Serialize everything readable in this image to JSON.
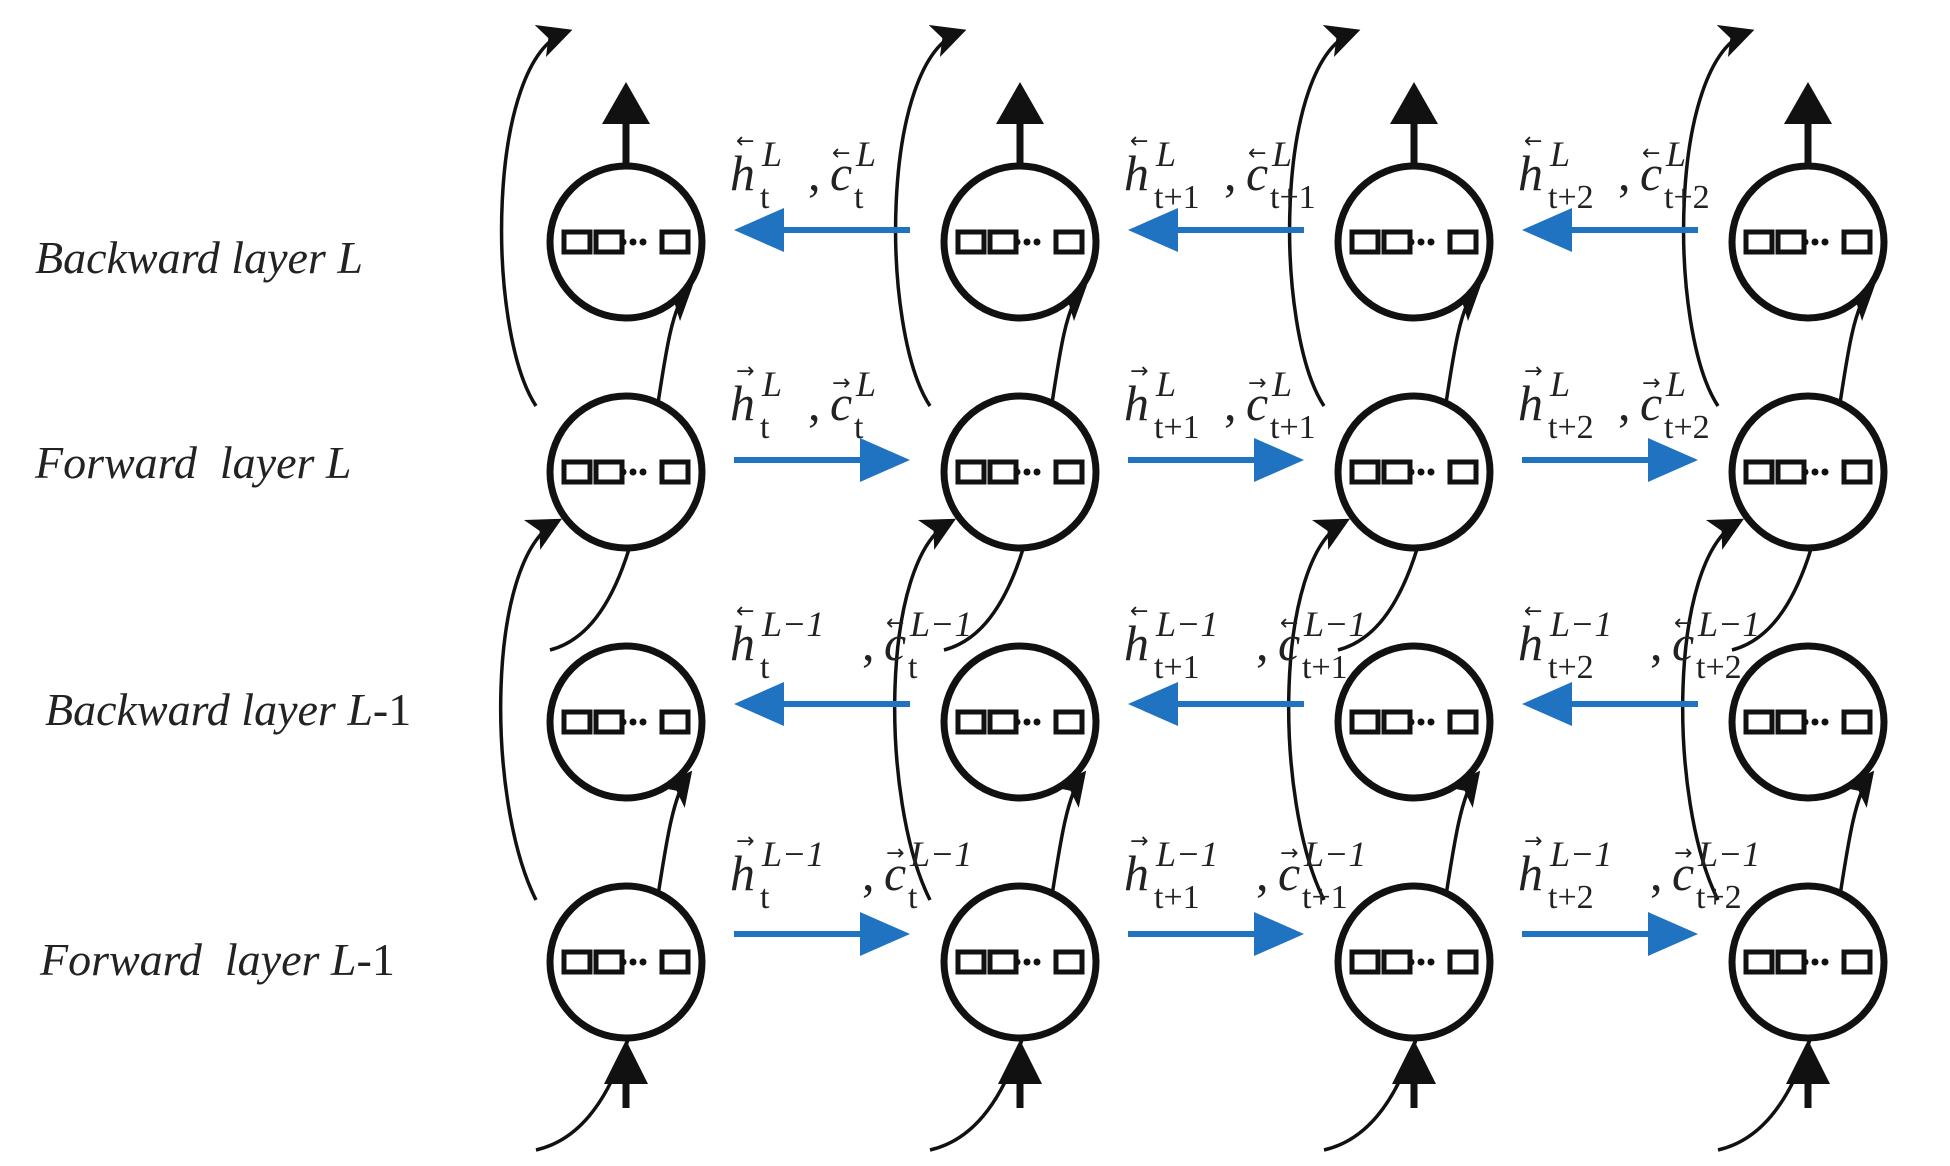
{
  "layers": [
    {
      "key": "bwdL",
      "label_prefix": "Backward layer ",
      "label_var": "L",
      "label_suffix": "",
      "direction": "backward",
      "state_sup": "L"
    },
    {
      "key": "fwdL",
      "label_prefix": "Forward  layer ",
      "label_var": "L",
      "label_suffix": "",
      "direction": "forward",
      "state_sup": "L"
    },
    {
      "key": "bwdL1",
      "label_prefix": "Backward layer ",
      "label_var": "L",
      "label_suffix": "-1",
      "direction": "backward",
      "state_sup": "L−1"
    },
    {
      "key": "fwdL1",
      "label_prefix": "Forward  layer ",
      "label_var": "L",
      "label_suffix": "-1",
      "direction": "forward",
      "state_sup": "L−1"
    }
  ],
  "time_subscripts": [
    "t",
    "t+1",
    "t+2"
  ],
  "state_vars": {
    "hidden": "h",
    "cell": "c",
    "separator": ","
  },
  "cell_glyph": "□□···□",
  "colors": {
    "recurrent_arrow": "#1f73c1",
    "line": "#111111",
    "text": "#222222"
  }
}
